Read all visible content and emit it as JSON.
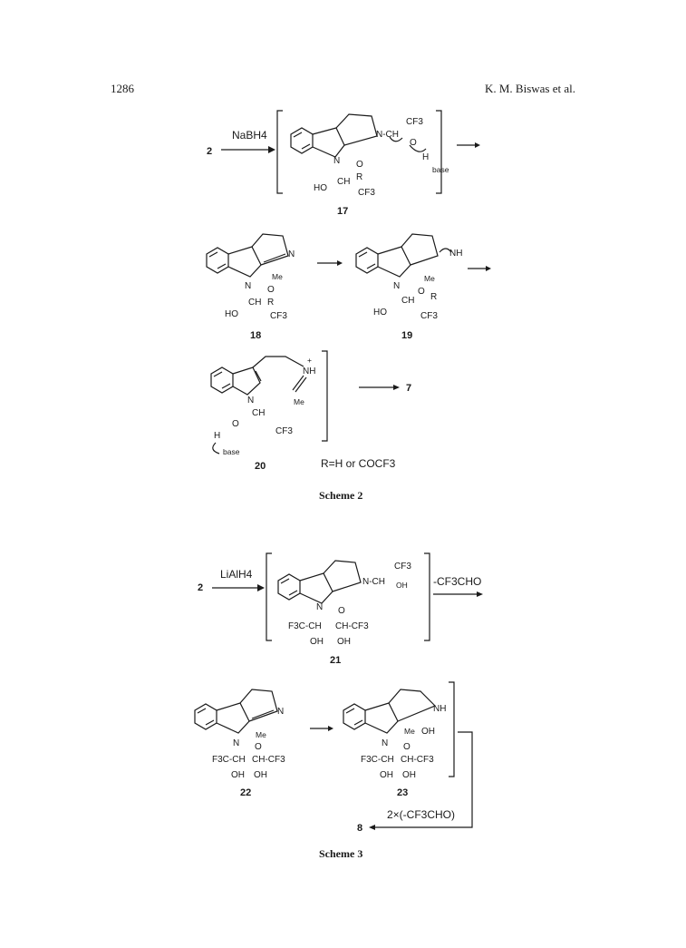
{
  "header": {
    "page_number": "1286",
    "running_head": "K. M. Biswas et al."
  },
  "scheme2": {
    "start_number": "2",
    "reagent": "NaBH4",
    "compound_17": {
      "label": "17",
      "atoms": {
        "cf3_top": "CF3",
        "n_ch": "N-CH",
        "o_arrow": "O",
        "h": "H",
        "base": "base",
        "n": "N",
        "o": "O",
        "r": "R",
        "ho": "HO",
        "ch": "CH",
        "cf3": "CF3"
      }
    },
    "compound_18": {
      "label": "18",
      "atoms": {
        "n_ring": "N",
        "me": "Me",
        "n": "N",
        "o": "O",
        "r": "R",
        "ch": "CH",
        "ho": "HO",
        "cf3": "CF3"
      }
    },
    "compound_19": {
      "label": "19",
      "atoms": {
        "nh": "NH",
        "me": "Me",
        "n": "N",
        "o": "O",
        "r": "R",
        "ch": "CH",
        "ho": "HO",
        "cf3": "CF3"
      }
    },
    "compound_20": {
      "label": "20",
      "atoms": {
        "plus": "+",
        "nh": "NH",
        "me": "Me",
        "n": "N",
        "ch": "CH",
        "o": "O",
        "h": "H",
        "cf3": "CF3",
        "base": "base"
      }
    },
    "product_number": "7",
    "r_definition": "R=H or COCF3",
    "caption": "Scheme 2"
  },
  "scheme3": {
    "start_number": "2",
    "reagent": "LiAlH4",
    "loss_reagent": "-CF3CHO",
    "compound_21": {
      "label": "21",
      "atoms": {
        "cf3": "CF3",
        "n_ch": "N-CH",
        "oh_side": "OH",
        "n": "N",
        "o": "O",
        "f3c_ch": "F3C-CH",
        "ch_cf3": "CH-CF3",
        "oh1": "OH",
        "oh2": "OH"
      }
    },
    "compound_22": {
      "label": "22",
      "atoms": {
        "n_ring": "N",
        "me": "Me",
        "n": "N",
        "o": "O",
        "f3c_ch": "F3C-CH",
        "ch_cf3": "CH-CF3",
        "oh1": "OH",
        "oh2": "OH"
      }
    },
    "compound_23": {
      "label": "23",
      "atoms": {
        "nh": "NH",
        "me": "Me",
        "oh": "OH",
        "n": "N",
        "o": "O",
        "f3c_ch": "F3C-CH",
        "ch_cf3": "CH-CF3",
        "oh1": "OH",
        "oh2": "OH"
      }
    },
    "product_number": "8",
    "loss_reagent_2": "2×(-CF3CHO)",
    "caption": "Scheme 3"
  }
}
